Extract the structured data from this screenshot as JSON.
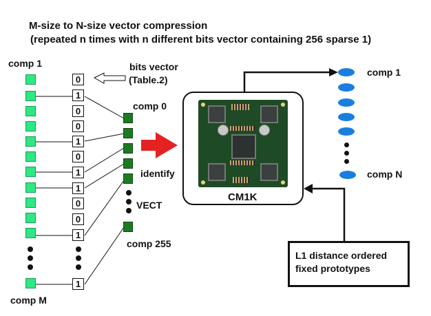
{
  "title": {
    "line1": "M-size to N-size vector compression",
    "line2": "(repeated n times with n different bits vector containing 256 sparse 1)"
  },
  "input_vector": {
    "top_label": "comp 1",
    "bottom_label": "comp M",
    "color": "#2ee884"
  },
  "bits_vector": {
    "label_line1": "bits vector",
    "label_line2": "(Table.2)",
    "values": [
      "0",
      "1",
      "0",
      "0",
      "1",
      "0",
      "1",
      "1",
      "0",
      "0",
      "1",
      "1"
    ]
  },
  "compressed_vector": {
    "top_label": "comp 0",
    "middle_label": "VECT",
    "bottom_label": "comp 255",
    "action_label": "identify",
    "color": "#1e7a22"
  },
  "arrow_color": "#e52222",
  "chip": {
    "label": "CM1K"
  },
  "output": {
    "top_label": "comp 1",
    "bottom_label": "comp N",
    "color": "#1a7ee0"
  },
  "prototypes": {
    "line1": "L1 distance ordered",
    "line2": "fixed prototypes"
  }
}
